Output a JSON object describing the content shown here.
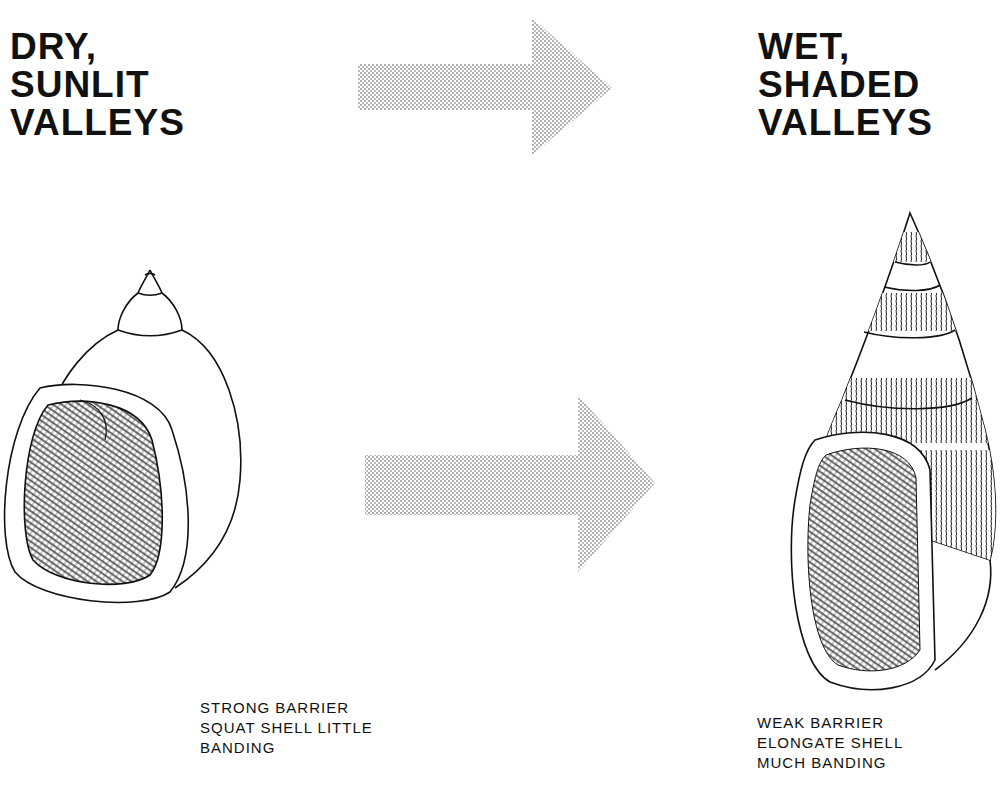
{
  "diagram": {
    "labels": [
      "DRY, SUNLIT VALLEYS",
      "WET, SHADED VALLEYS",
      "STRONG BARRIER SQUAT SHELL LITTLE BANDING",
      "WEAK BARRIER ELONGATE SHELL MUCH BANDING"
    ]
  }
}
